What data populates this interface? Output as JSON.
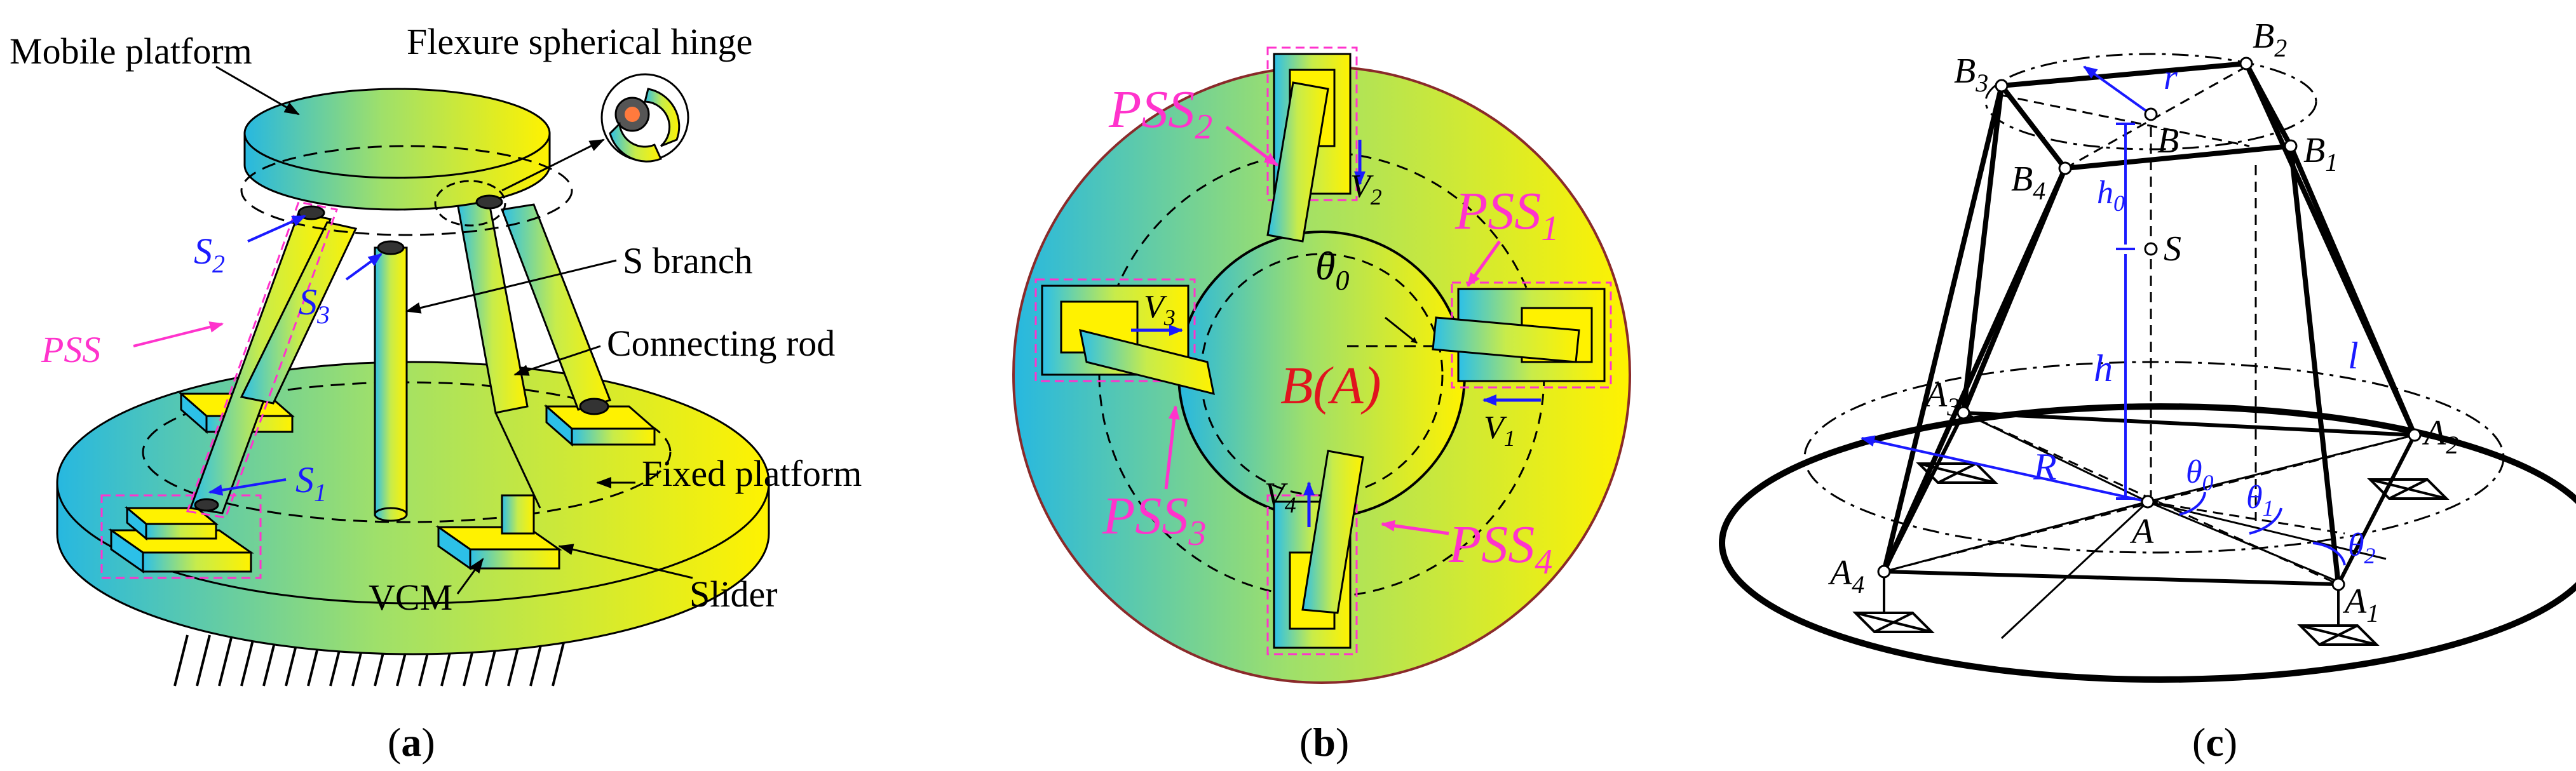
{
  "colors": {
    "gradient_start": "#27b8e0",
    "gradient_mid": "#9fe06a",
    "gradient_end": "#fff200",
    "label_blue": "#1a1aff",
    "label_magenta": "#ff33cc",
    "label_red": "#e0141e"
  },
  "panel_a": {
    "caption_open": "(",
    "caption_letter": "a",
    "caption_close": ")",
    "mobile_platform": "Mobile platform",
    "flexure_hinge": "Flexure spherical hinge",
    "s_branch": "S branch",
    "connecting_rod": "Connecting rod",
    "fixed_platform": "Fixed platform",
    "vcm": "VCM",
    "slider": "Slider",
    "pss": "PSS",
    "s1": "S",
    "s1_sub": "1",
    "s2": "S",
    "s2_sub": "2",
    "s3": "S",
    "s3_sub": "3"
  },
  "panel_b": {
    "caption_open": "(",
    "caption_letter": "b",
    "caption_close": ")",
    "center_label": "B(A)",
    "theta": "θ",
    "theta_sub": "0",
    "pss1": "PSS",
    "pss1_sub": "1",
    "pss2": "PSS",
    "pss2_sub": "2",
    "pss3": "PSS",
    "pss3_sub": "3",
    "pss4": "PSS",
    "pss4_sub": "4",
    "v1": "V",
    "v1_sub": "1",
    "v2": "V",
    "v2_sub": "2",
    "v3": "V",
    "v3_sub": "3",
    "v4": "V",
    "v4_sub": "4"
  },
  "panel_c": {
    "caption_open": "(",
    "caption_letter": "c",
    "caption_close": ")",
    "b1": "B",
    "b1_sub": "1",
    "b2": "B",
    "b2_sub": "2",
    "b3": "B",
    "b3_sub": "3",
    "b4": "B",
    "b4_sub": "4",
    "b": "B",
    "a": "A",
    "a1": "A",
    "a1_sub": "1",
    "a2": "A",
    "a2_sub": "2",
    "a3": "A",
    "a3_sub": "3",
    "a4": "A",
    "a4_sub": "4",
    "s": "S",
    "r": "r",
    "h0": "h",
    "h0_sub": "0",
    "h": "h",
    "l": "l",
    "R": "R",
    "theta0": "θ",
    "theta0_sub": "0",
    "theta1": "θ",
    "theta1_sub": "1",
    "theta2": "θ",
    "theta2_sub": "2"
  }
}
